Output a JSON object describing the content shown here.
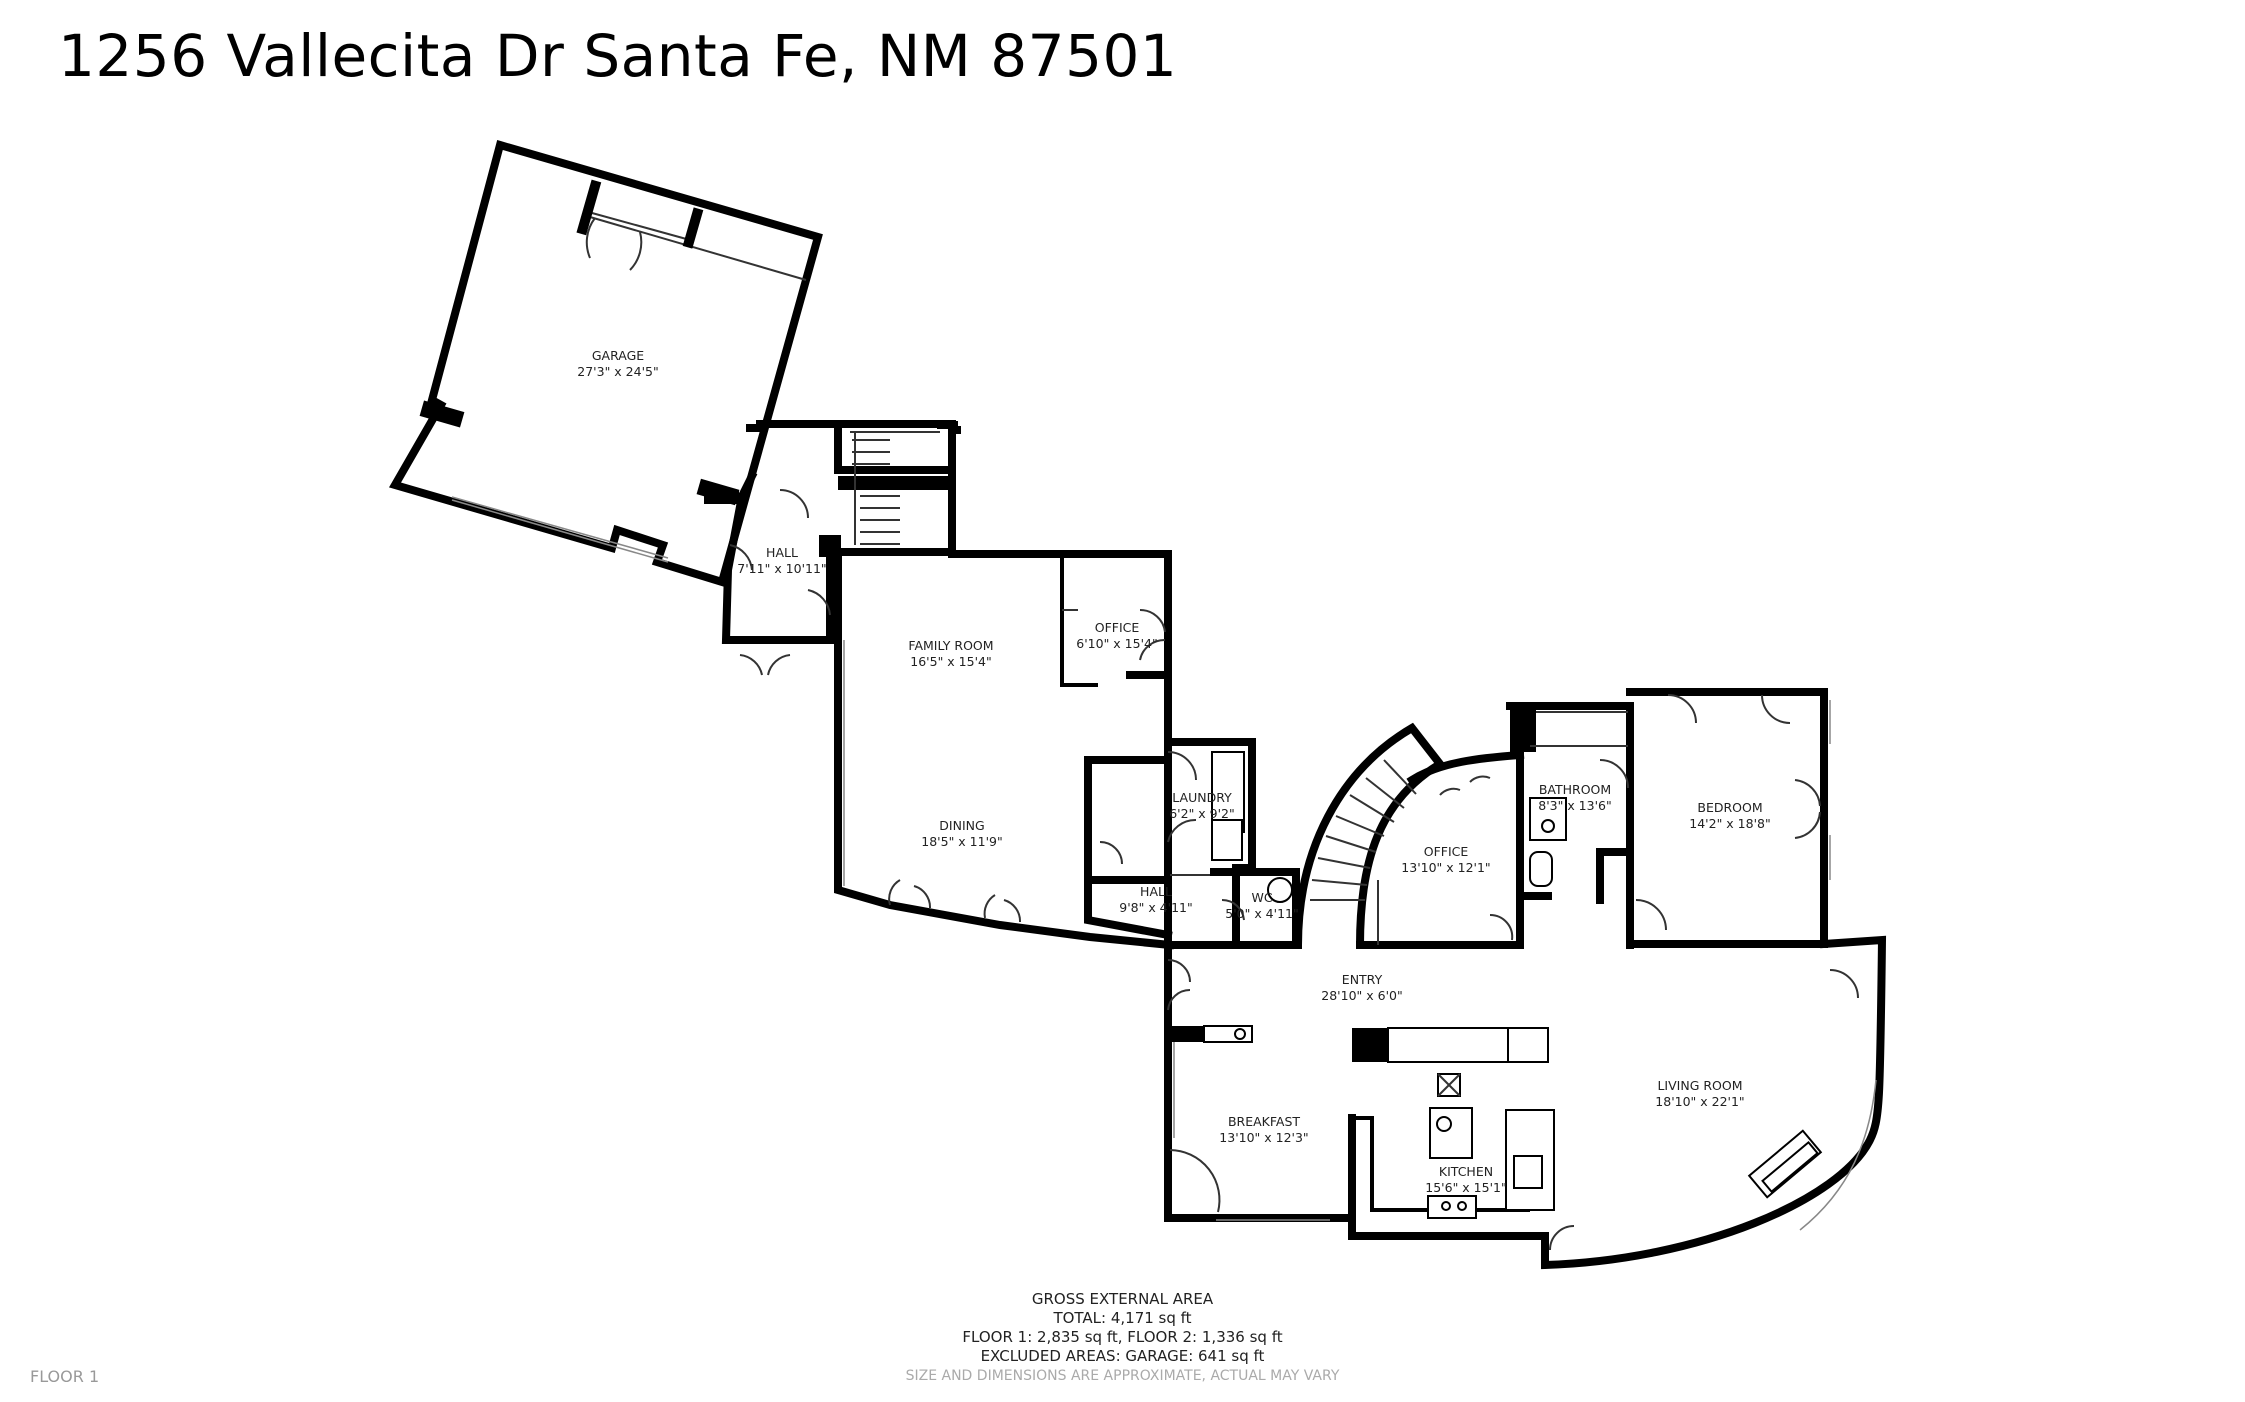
{
  "title": "1256 Vallecita Dr Santa Fe, NM 87501",
  "rooms": {
    "garage": {
      "name": "GARAGE",
      "dims": "27'3\" x 24'5\""
    },
    "hall_upper": {
      "name": "HALL",
      "dims": "7'11\" x 10'11\""
    },
    "family_room": {
      "name": "FAMILY ROOM",
      "dims": "16'5\" x 15'4\""
    },
    "office_small": {
      "name": "OFFICE",
      "dims": "6'10\" x 15'4\""
    },
    "dining": {
      "name": "DINING",
      "dims": "18'5\" x 11'9\""
    },
    "laundry": {
      "name": "LAUNDRY",
      "dims": "6'2\" x 9'2\""
    },
    "hall_lower": {
      "name": "HALL",
      "dims": "9'8\" x 4'11\""
    },
    "wc": {
      "name": "WC",
      "dims": "5'0\" x 4'11\""
    },
    "office_large": {
      "name": "OFFICE",
      "dims": "13'10\" x 12'1\""
    },
    "bathroom": {
      "name": "BATHROOM",
      "dims": "8'3\" x 13'6\""
    },
    "bedroom": {
      "name": "BEDROOM",
      "dims": "14'2\" x 18'8\""
    },
    "entry": {
      "name": "ENTRY",
      "dims": "28'10\" x 6'0\""
    },
    "living_room": {
      "name": "LIVING ROOM",
      "dims": "18'10\" x 22'1\""
    },
    "breakfast": {
      "name": "BREAKFAST",
      "dims": "13'10\" x 12'3\""
    },
    "kitchen": {
      "name": "KITCHEN",
      "dims": "15'6\" x 15'1\""
    }
  },
  "area": {
    "heading": "GROSS EXTERNAL AREA",
    "total": "TOTAL: 4,171 sq ft",
    "floors": "FLOOR 1: 2,835 sq ft, FLOOR 2: 1,336 sq ft",
    "excluded": "EXCLUDED AREAS: GARAGE: 641 sq ft"
  },
  "floor_label": "FLOOR 1",
  "disclaimer": "SIZE AND DIMENSIONS ARE APPROXIMATE, ACTUAL MAY VARY"
}
